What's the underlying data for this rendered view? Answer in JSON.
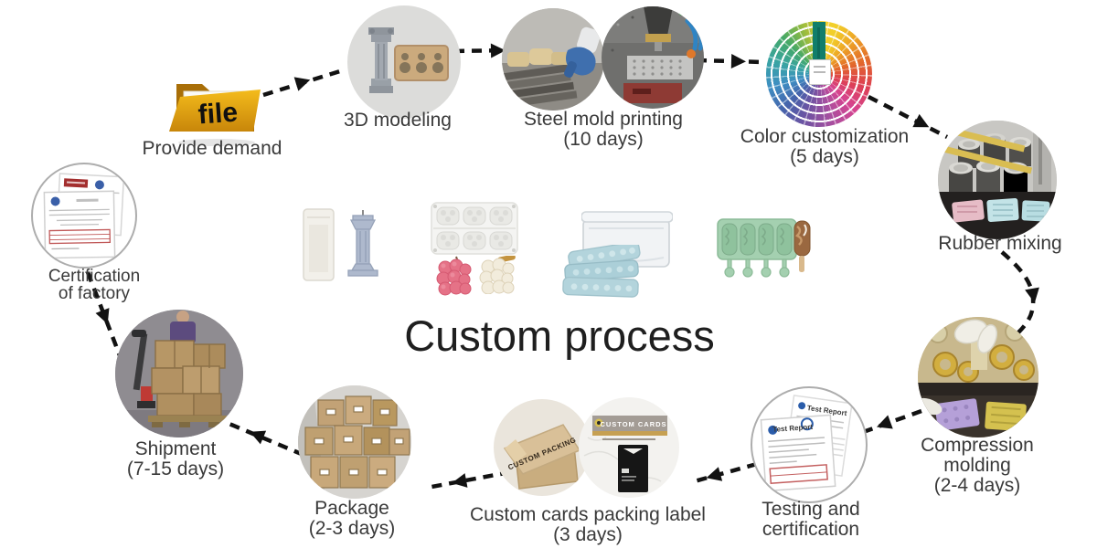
{
  "title": "Custom process",
  "steps": [
    {
      "id": "provide-demand",
      "lines": [
        "Provide demand"
      ]
    },
    {
      "id": "3d-modeling",
      "lines": [
        "3D modeling"
      ]
    },
    {
      "id": "steel-mold-printing",
      "lines": [
        "Steel mold printing",
        "(10 days)"
      ]
    },
    {
      "id": "color-customization",
      "lines": [
        "Color customization",
        "(5 days)"
      ]
    },
    {
      "id": "rubber-mixing",
      "lines": [
        "Rubber mixing"
      ]
    },
    {
      "id": "compression-molding",
      "lines": [
        "Compression",
        "molding",
        "(2-4 days)"
      ]
    },
    {
      "id": "testing-certification",
      "lines": [
        "Testing and",
        "certification"
      ]
    },
    {
      "id": "custom-cards-packing-label",
      "lines": [
        "Custom cards packing label",
        "(3 days)"
      ]
    },
    {
      "id": "package",
      "lines": [
        "Package",
        "(2-3 days)"
      ]
    },
    {
      "id": "shipment",
      "lines": [
        "Shipment",
        "(7-15 days)"
      ]
    },
    {
      "id": "certification-of-factory",
      "lines": [
        "Certification",
        "of factory"
      ]
    }
  ],
  "decals": {
    "folder_label": "file",
    "custom_packing_text": "CUSTOM PACKING",
    "custom_cards_banner": "CUSTOM CARDS",
    "test_report_title": "Test Report"
  },
  "colors": {
    "background": "#ffffff",
    "label_text": "#3a3a3a",
    "arrow": "#121212",
    "folder_orange": "#e8a614"
  }
}
